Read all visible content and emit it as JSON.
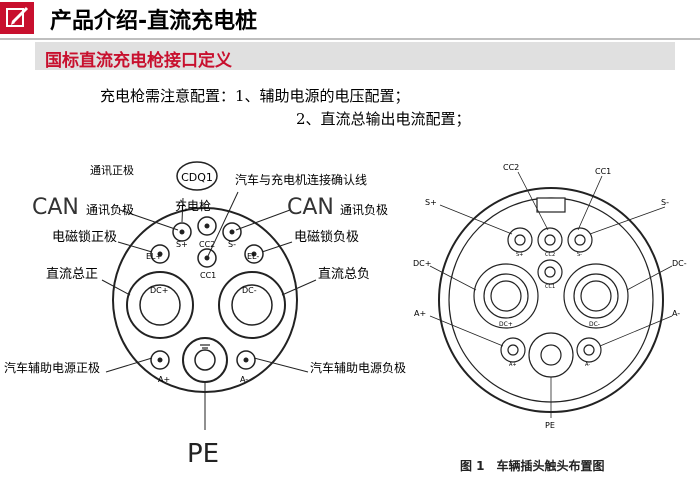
{
  "header": {
    "title": "产品介绍-直流充电桩",
    "icon": "edit-icon",
    "accent": "#c8102e"
  },
  "subtitle": "国标直流充电枪接口定义",
  "notes": {
    "line1": "充电枪需注意配置：1、辅助电源的电压配置；",
    "line2": "2、直流总输出电流配置；"
  },
  "left_diagram": {
    "labels": {
      "comm_positive": "通讯正极",
      "cdq1": "CDQ1",
      "gun": "充电枪",
      "confirm": "汽车与充电机连接确认线",
      "can_left": "CAN",
      "can_left_sub": "通讯负极",
      "can_right": "CAN",
      "can_right_sub": "通讯负极",
      "lock_pos": "电磁锁正极",
      "lock_neg": "电磁锁负极",
      "dc_pos_total": "直流总正",
      "dc_neg_total": "直流总负",
      "aux_pos": "汽车辅助电源正极",
      "aux_neg": "汽车辅助电源负极",
      "pe": "PE"
    },
    "pins": {
      "el_plus": "EL+",
      "s_plus": "S+",
      "cc2": "CC2",
      "s_minus": "S-",
      "el_minus": "EL-",
      "cc1": "CC1",
      "dc_plus": "DC+",
      "dc_minus": "DC-",
      "a_plus": "A+",
      "a_minus": "A-"
    }
  },
  "right_diagram": {
    "outer": {
      "cc2": "CC2",
      "cc1": "CC1",
      "s_plus": "S+",
      "s_minus": "S-",
      "dc_plus": "DC+",
      "dc_minus": "DC-",
      "a_plus": "A+",
      "a_minus": "A-",
      "pe": "PE"
    },
    "inner": {
      "s_plus": "S+",
      "cc2": "CC2",
      "s_minus": "S-",
      "cc1": "CC1",
      "dc_plus": "DC+",
      "dc_minus": "DC-",
      "a_plus": "A+",
      "a_minus": "A-"
    },
    "caption": "图 1　车辆插头触头布置图"
  }
}
